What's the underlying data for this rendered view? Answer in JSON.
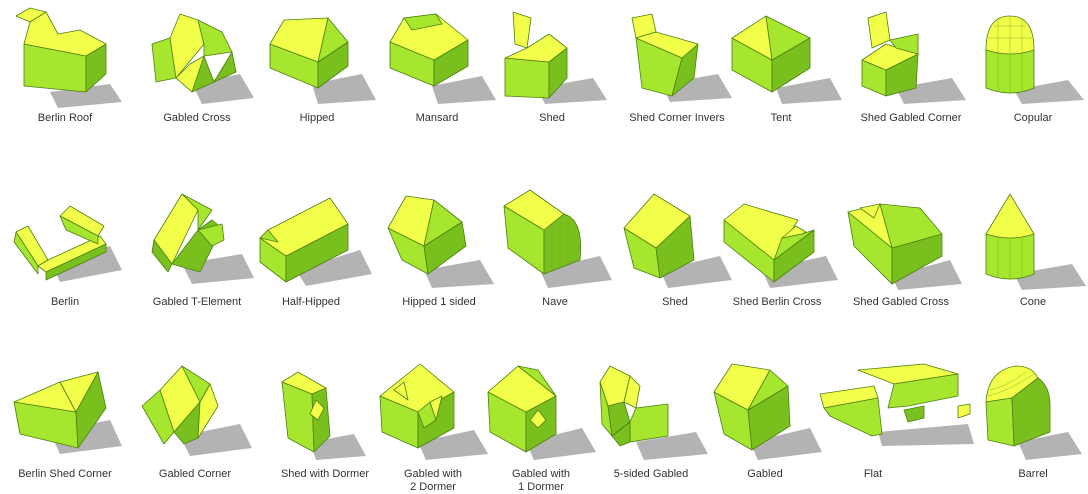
{
  "palette": {
    "lit": "#f2ff4a",
    "face": "#a6e62e",
    "dark": "#79bf1e",
    "edge": "#4d7f10",
    "shadow": "#9a9a9a",
    "label": "#333333"
  },
  "rows": [
    {
      "items": [
        {
          "label": "Berlin Roof",
          "icon": "berlin-roof-icon",
          "shape": "ell"
        },
        {
          "label": "Gabled Cross",
          "icon": "gabled-cross-icon",
          "shape": "cross"
        },
        {
          "label": "Hipped",
          "icon": "hipped-icon",
          "shape": "hip"
        },
        {
          "label": "Mansard",
          "icon": "mansard-icon",
          "shape": "mansard"
        },
        {
          "label": "Shed",
          "icon": "shed-icon",
          "shape": "shedcorner"
        },
        {
          "label": "Shed Corner Invers",
          "icon": "shed-corner-invers-icon",
          "shape": "shedinv"
        },
        {
          "label": "Tent",
          "icon": "tent-icon",
          "shape": "tent"
        },
        {
          "label": "Shed Gabled Corner",
          "icon": "shed-gabled-corner-icon",
          "shape": "shedgabledcorner"
        },
        {
          "label": "Copular",
          "icon": "copular-icon",
          "shape": "dome"
        }
      ]
    },
    {
      "items": [
        {
          "label": "Berlin",
          "icon": "berlin-icon",
          "shape": "berlin"
        },
        {
          "label": "Gabled T-Element",
          "icon": "gabled-t-element-icon",
          "shape": "telem"
        },
        {
          "label": "Half-Hipped",
          "icon": "half-hipped-icon",
          "shape": "halfhip"
        },
        {
          "label": "Hipped 1 sided",
          "icon": "hipped-1-sided-icon",
          "shape": "hip1"
        },
        {
          "label": "Nave",
          "icon": "nave-icon",
          "shape": "nave"
        },
        {
          "label": "Shed",
          "icon": "shed-icon",
          "shape": "shed"
        },
        {
          "label": "Shed Berlin Cross",
          "icon": "shed-berlin-cross-icon",
          "shape": "shedberlin"
        },
        {
          "label": "Shed Gabled Cross",
          "icon": "shed-gabled-cross-icon",
          "shape": "shedgabledcross"
        },
        {
          "label": "Cone",
          "icon": "cone-icon",
          "shape": "cone"
        }
      ]
    },
    {
      "items": [
        {
          "label": "Berlin Shed Corner",
          "icon": "berlin-shed-corner-icon",
          "shape": "berlinshed"
        },
        {
          "label": "Gabled Corner",
          "icon": "gabled-corner-icon",
          "shape": "gabledcorner"
        },
        {
          "label": "Shed with Dormer",
          "icon": "shed-with-dormer-icon",
          "shape": "sheddormer"
        },
        {
          "label": "Gabled with 2 Dormer",
          "icon": "gabled-with-2-dormer-icon",
          "shape": "gabled2"
        },
        {
          "label": "Gabled with 1 Dormer",
          "icon": "gabled-with-1-dormer-icon",
          "shape": "gabled1"
        },
        {
          "label": "5-sided Gabled",
          "icon": "5-sided-gabled-icon",
          "shape": "fivesided"
        },
        {
          "label": "Gabled",
          "icon": "gabled-icon",
          "shape": "gabled"
        },
        {
          "label": "Flat",
          "icon": "flat-icon",
          "shape": "flat"
        },
        {
          "label": "Barrel",
          "icon": "barrel-icon",
          "shape": "barrel"
        }
      ]
    }
  ]
}
